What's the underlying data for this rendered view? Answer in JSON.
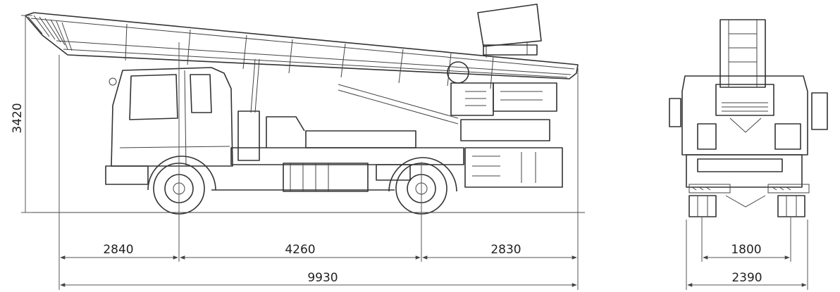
{
  "side_view": {
    "height_label": "3420",
    "front_overhang_label": "2840",
    "wheelbase_label": "4260",
    "rear_overhang_label": "2830",
    "overall_length_label": "9930"
  },
  "rear_view": {
    "track_label": "1800",
    "overall_width_label": "2390"
  }
}
